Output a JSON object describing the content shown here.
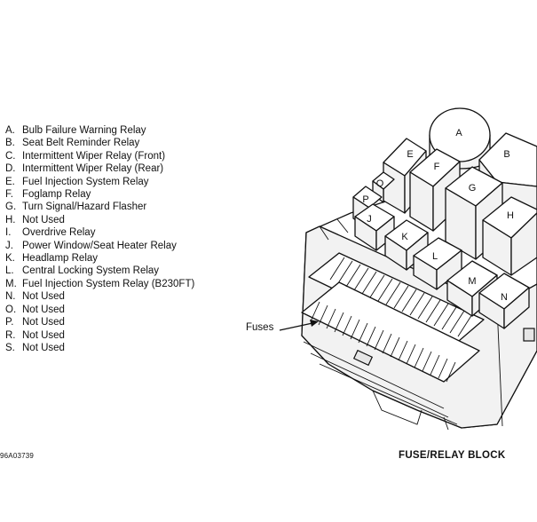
{
  "legend": [
    {
      "letter": "A.",
      "text": "Bulb Failure Warning Relay"
    },
    {
      "letter": "B.",
      "text": "Seat Belt Reminder Relay"
    },
    {
      "letter": "C.",
      "text": "Intermittent Wiper Relay (Front)"
    },
    {
      "letter": "D.",
      "text": "Intermittent Wiper Relay (Rear)"
    },
    {
      "letter": "E.",
      "text": "Fuel Injection System Relay"
    },
    {
      "letter": "F.",
      "text": "Foglamp Relay"
    },
    {
      "letter": "G.",
      "text": "Turn Signal/Hazard Flasher"
    },
    {
      "letter": "H.",
      "text": "Not Used"
    },
    {
      "letter": "I.",
      "text": "Overdrive Relay"
    },
    {
      "letter": "J.",
      "text": "Power Window/Seat Heater Relay"
    },
    {
      "letter": "K.",
      "text": "Headlamp Relay"
    },
    {
      "letter": "L.",
      "text": "Central Locking System Relay"
    },
    {
      "letter": "M.",
      "text": "Fuel Injection System Relay (B230FT)"
    },
    {
      "letter": "N.",
      "text": "Not Used"
    },
    {
      "letter": "O.",
      "text": "Not Used"
    },
    {
      "letter": "P.",
      "text": "Not Used"
    },
    {
      "letter": "R.",
      "text": "Not Used"
    },
    {
      "letter": "S.",
      "text": "Not Used"
    }
  ],
  "diagram": {
    "fuses_label": "Fuses",
    "relay_labels": {
      "A": "A",
      "B": "B",
      "E": "E",
      "F": "F",
      "G": "G",
      "H": "H",
      "O": "O",
      "P": "P",
      "J": "J",
      "K": "K",
      "L": "L",
      "M": "M",
      "N": "N"
    }
  },
  "ref_code": "96A03739",
  "caption": "FUSE/RELAY BLOCK"
}
